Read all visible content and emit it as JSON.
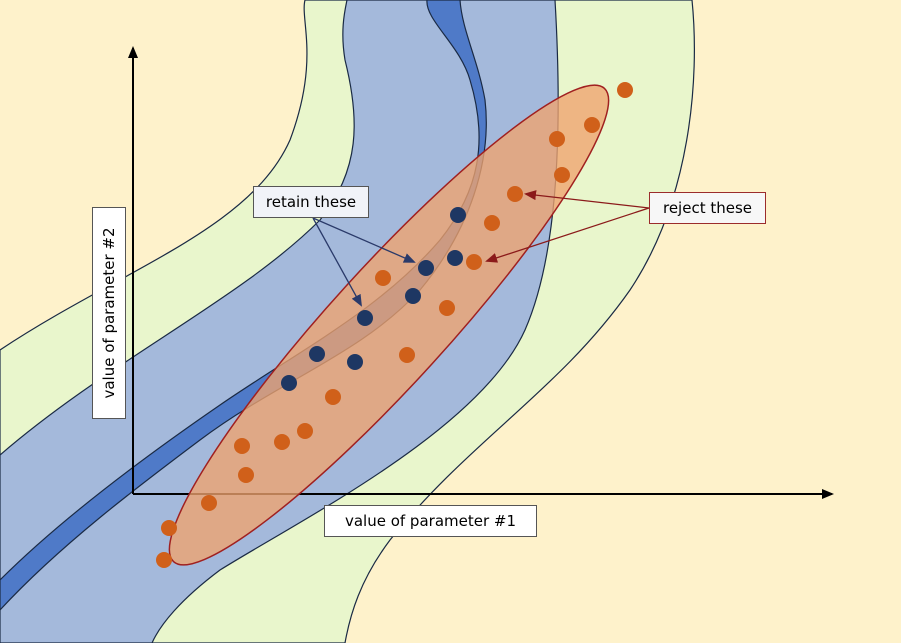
{
  "axes": {
    "x_label": "value of parameter #1",
    "y_label": "value of parameter #2"
  },
  "annotations": {
    "retain": "retain these",
    "reject": "reject these"
  },
  "colors": {
    "background": "#fef2cb",
    "outer_band": "#e9f6cc",
    "middle_band": "#a4b9db",
    "inner_band": "#4f7ac8",
    "ellipse_fill": "#f0a36e",
    "ellipse_stroke": "#a02020",
    "retained_point": "#1e3763",
    "rejected_point": "#d0601a",
    "retain_arrow": "#2a3a6a",
    "reject_arrow": "#8b1a1a"
  }
}
